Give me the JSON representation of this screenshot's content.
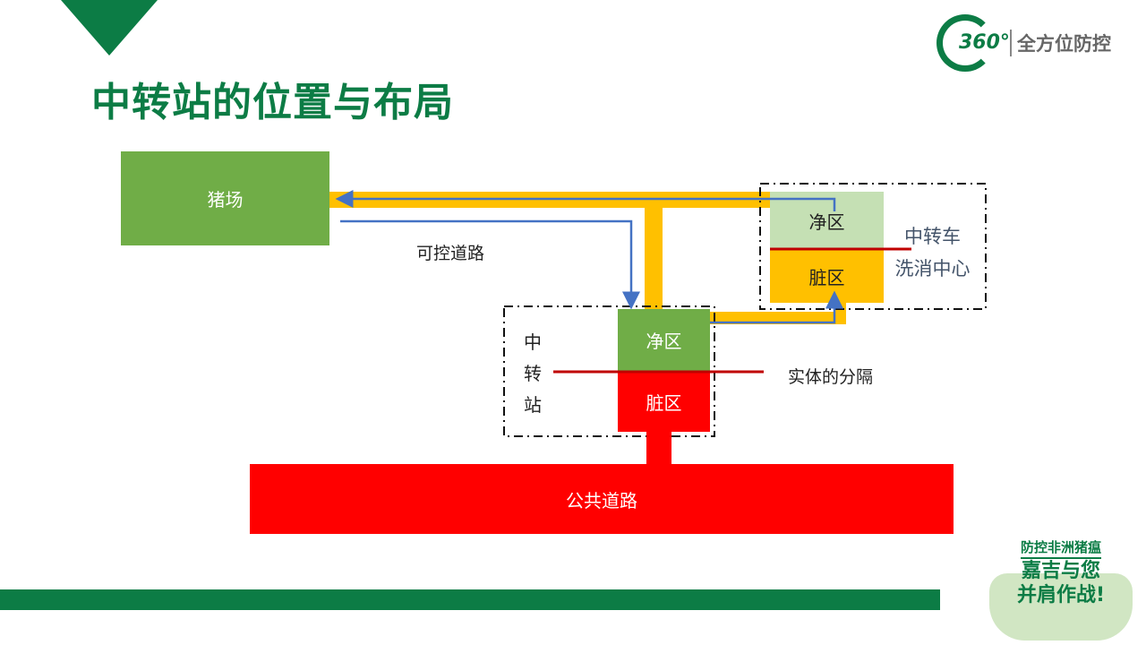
{
  "title": "中转站的位置与布局",
  "logo": {
    "number": "360°",
    "text": "全方位防控"
  },
  "diagram": {
    "pig_farm": "猪场",
    "controlled_road": "可控道路",
    "station": {
      "label_chars": [
        "中",
        "转",
        "站"
      ],
      "clean": "净区",
      "dirty": "脏区"
    },
    "physical_separation": "实体的分隔",
    "wash_center": {
      "line1": "中转车",
      "line2": "洗消中心",
      "clean": "净区",
      "dirty": "脏区"
    },
    "public_road": "公共道路"
  },
  "badge": {
    "line1": "防控非洲猪瘟",
    "line2": "嘉吉与您",
    "line3": "并肩作战!"
  },
  "colors": {
    "green": "#0c7c45",
    "farm": "#70ad47",
    "yellow": "#ffc000",
    "red": "#ff0000",
    "light_green": "#c5e0b4",
    "blue": "#4472c4"
  }
}
